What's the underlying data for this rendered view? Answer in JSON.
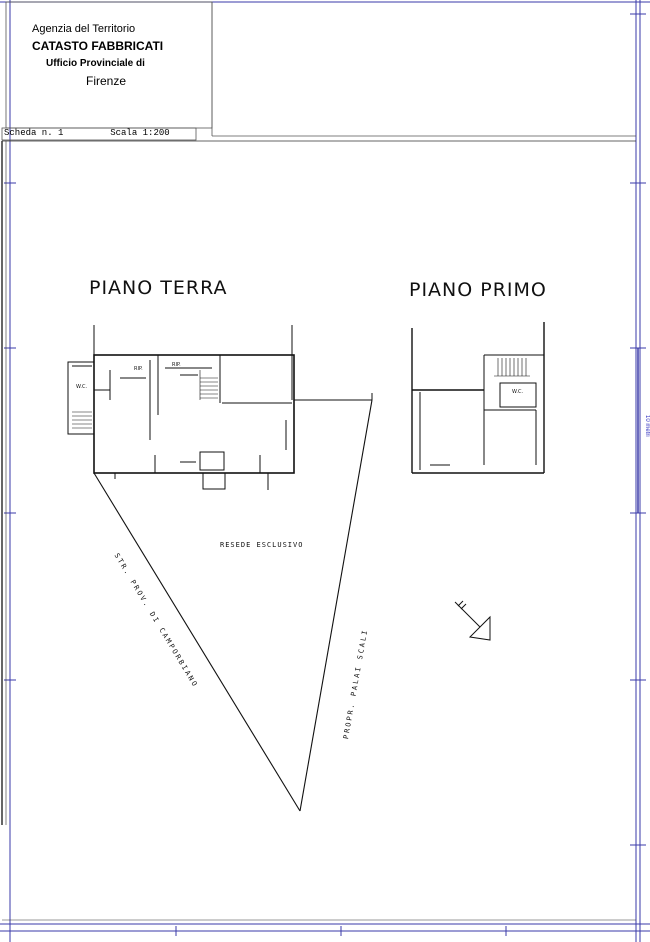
{
  "header": {
    "line1": "Agenzia del Territorio",
    "line2": "CATASTO FABBRICATI",
    "line3": "Ufficio Provinciale di",
    "line4": "Firenze"
  },
  "sheet": {
    "scheda": "Scheda n. 1",
    "scala": "Scala 1:200"
  },
  "floors": {
    "ground": "PIANO TERRA",
    "first": "PIANO PRIMO"
  },
  "labels": {
    "resede": "RESEDE ESCLUSIVO",
    "rip1": "RIP.",
    "rip2": "RIP.",
    "wc_ground": "W.C.",
    "wc_first": "W.C.",
    "road_left": "STR. PROV. DI CAMPORBIANO",
    "road_right": "PROPR. PALAI SCALI",
    "side_note": "10 metri"
  },
  "colors": {
    "frame_blue": "#3a3aa8",
    "ink": "#111111"
  }
}
